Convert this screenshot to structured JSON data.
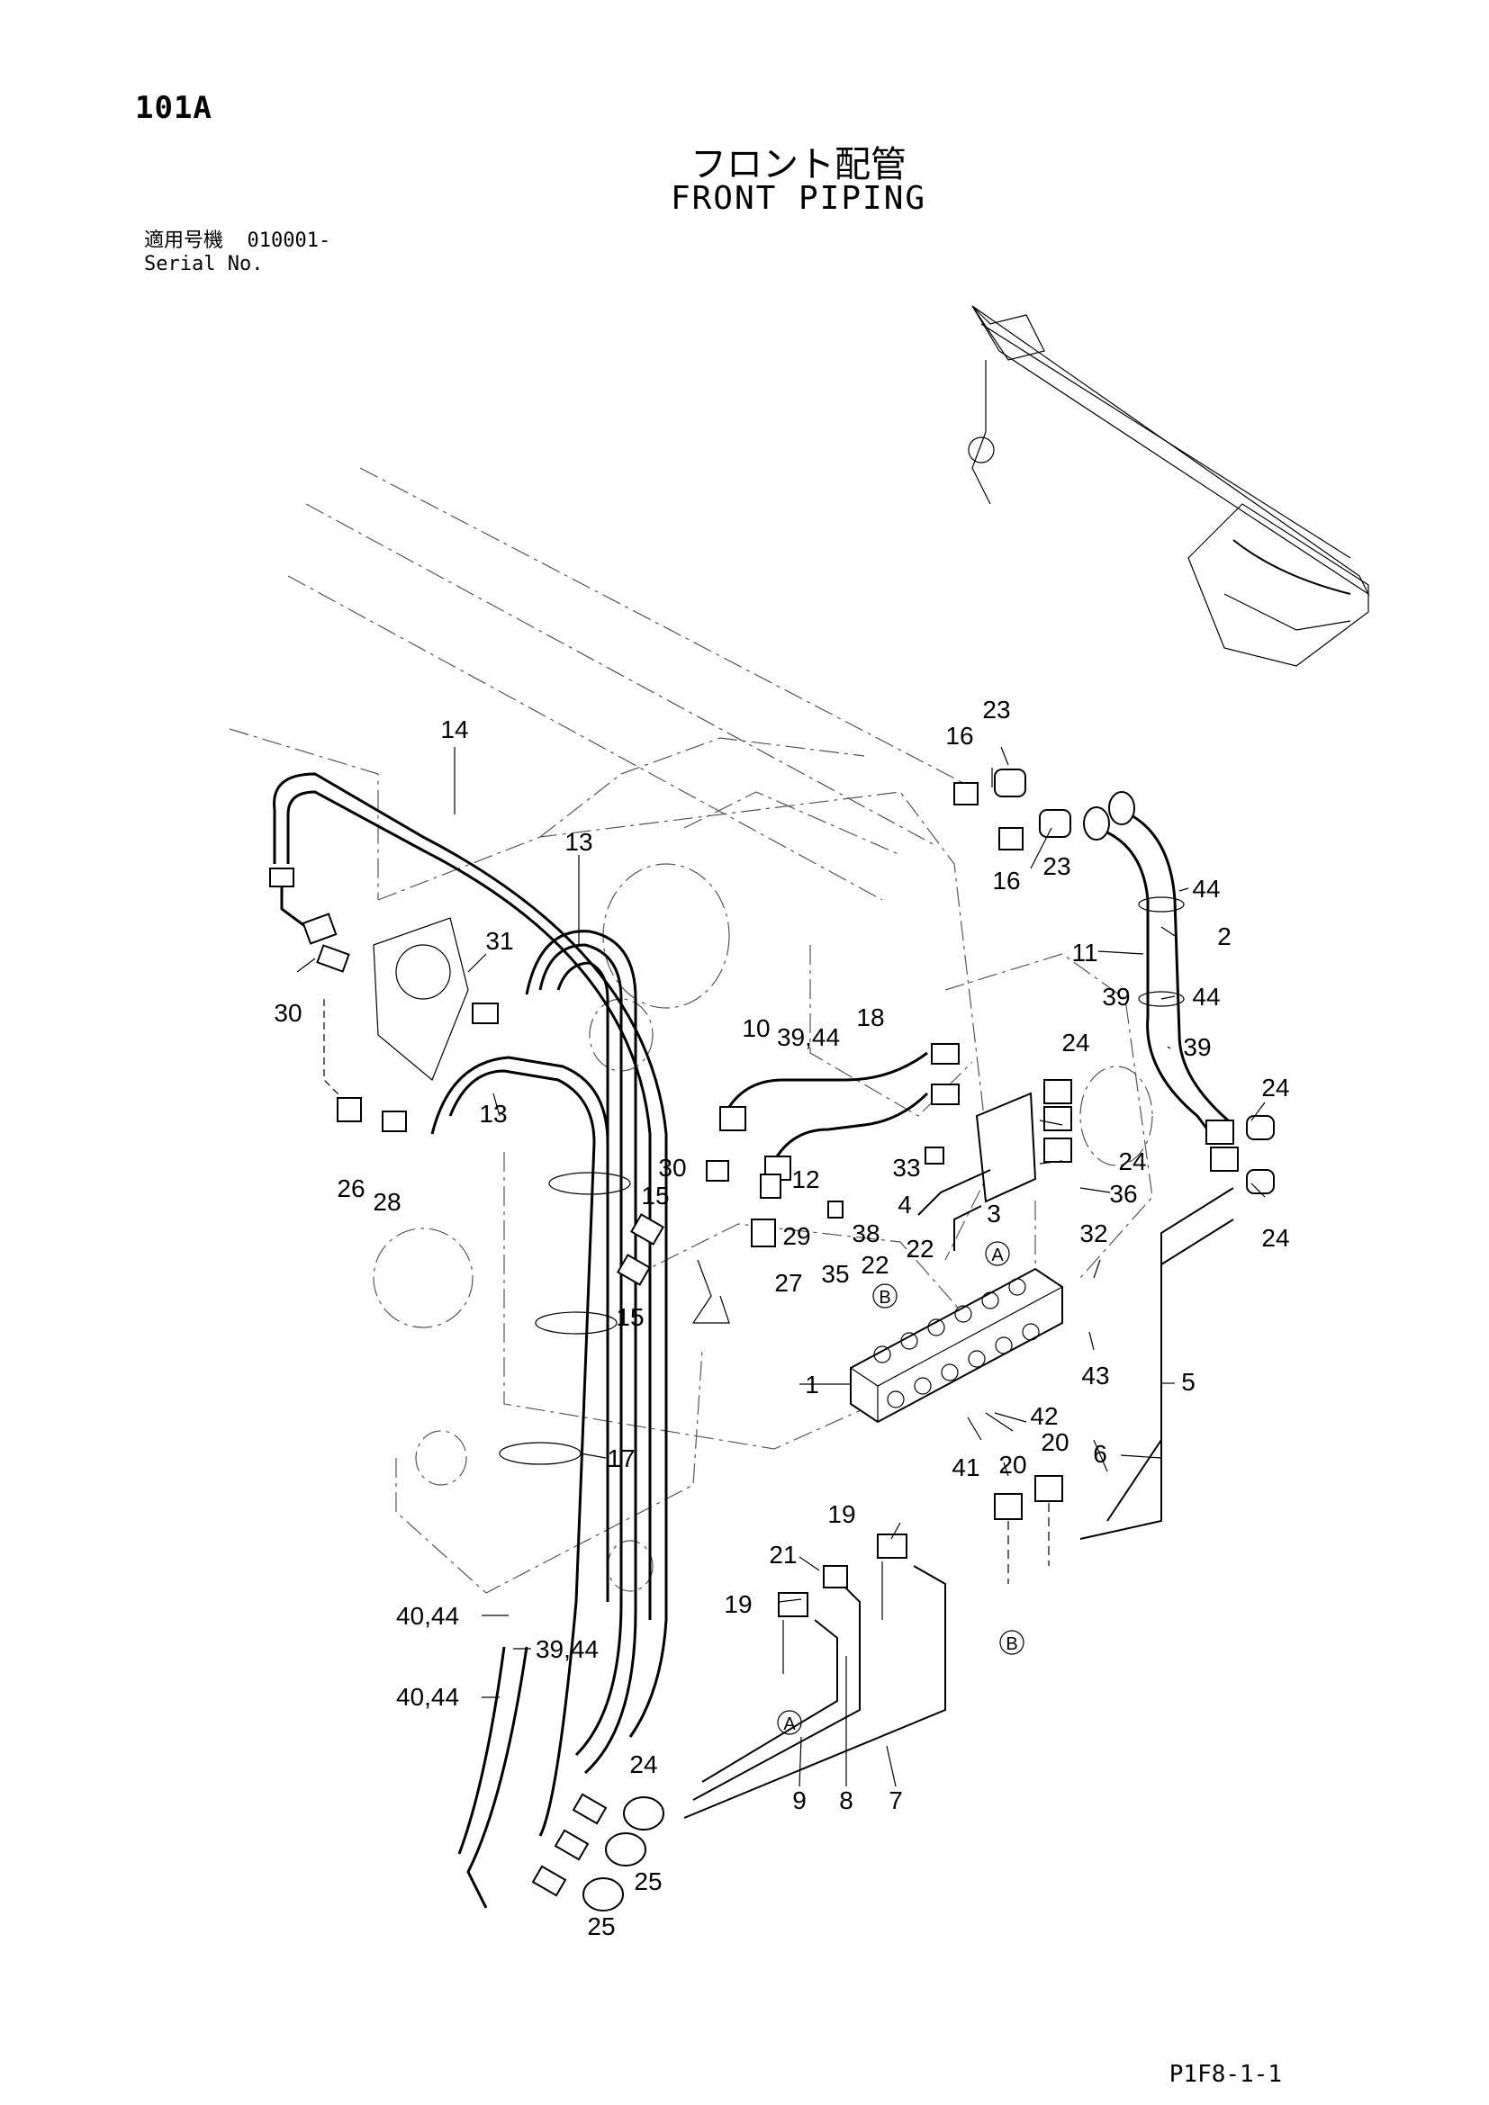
{
  "header": {
    "page_id": "101A",
    "title_ja": "フロント配管",
    "title_en": "FRONT PIPING",
    "serial_label_ja": "適用号機",
    "serial_value": "010001-",
    "serial_label_en": "Serial No."
  },
  "footer": {
    "page_code": "P1F8-1-1"
  },
  "diagram": {
    "callouts": [
      "14",
      "13",
      "31",
      "30",
      "26",
      "28",
      "13",
      "15",
      "15",
      "17",
      "10",
      "39,44",
      "18",
      "30",
      "12",
      "29",
      "38",
      "35",
      "27",
      "33",
      "4",
      "3",
      "22",
      "22",
      "1",
      "16",
      "23",
      "16",
      "23",
      "44",
      "2",
      "11",
      "44",
      "39",
      "39",
      "24",
      "24",
      "24",
      "24",
      "36",
      "32",
      "43",
      "42",
      "5",
      "6",
      "41",
      "20",
      "20",
      "19",
      "21",
      "19",
      "40,44",
      "39,44",
      "40,44",
      "9",
      "8",
      "7",
      "24",
      "25",
      "25"
    ],
    "reference_marks": [
      "A",
      "B",
      "A",
      "B"
    ]
  }
}
